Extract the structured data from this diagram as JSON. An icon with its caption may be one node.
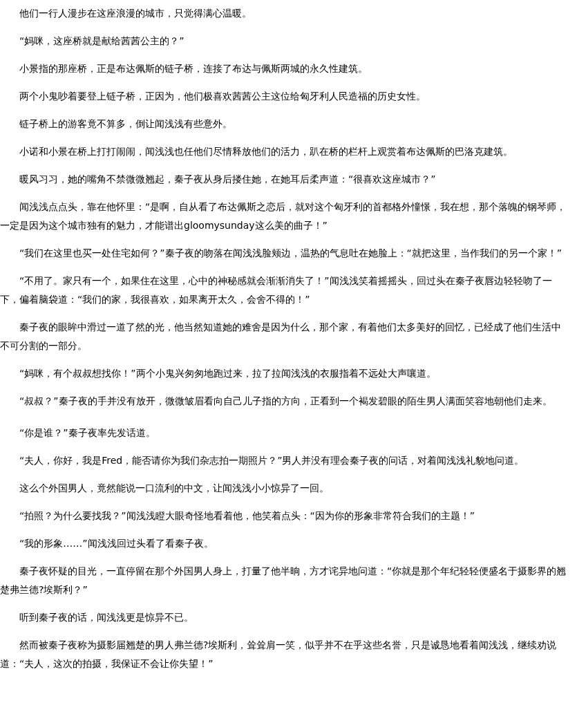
{
  "diagram": {
    "labels": [
      "他们一行人漫步在这座浪漫的城市，只觉得满心温暖。",
      "“妈咪，这座桥就是献给茜茜公主的？”",
      "小景指的那座桥，正是布达佩斯的链子桥，连接了布达与佩斯两城的永久性建筑。",
      "两个小鬼吵着要登上链子桥，正因为，他们极喜欢茜茜公主这位给匈牙利人民造福的历史女性。",
      "链子桥上的游客竟不算多，倒让闻浅浅有些意外。",
      "小诺和小景在桥上打打闹闹，闻浅浅也任他们尽情释放他们的活力，趴在桥的栏杆上观赏着布达佩斯的巴洛克建筑。",
      "暖风习习，她的嘴角不禁微微翘起，秦子夜从身后搂住她，在她耳后柔声道：“很喜欢这座城市？”",
      "闻浅浅点点头，靠在他怀里：“是啊，自从看了布达佩斯之恋后，就对这个匈牙利的首都格外憧憬，我在想，那个落魄的钢琴师，一定是因为这个城市独有的魅力，才能谱出gloomysunday这么美的曲子！”",
      "“我们在这里也买一处住宅如何？”秦子夜的吻落在闻浅浅脸颊边，温热的气息吐在她脸上：“就把这里，当作我们的另一个家！”",
      "“不用了。家只有一个，如果住在这里，心中的神秘感就会渐渐消失了！”闻浅浅笑着摇摇头，回过头在秦子夜唇边轻轻吻了一下，偏着脑袋道：“我们的家，我很喜欢，如果离开太久，会舍不得的！”",
      "秦子夜的眼眸中滑过一道了然的光，他当然知道她的难舍是因为什么，那个家，有着他们太多美好的回忆，已经成了他们生活中不可分割的一部分。",
      "“妈咪，有个叔叔想找你！”两个小鬼兴匆匆地跑过来，拉了拉闻浅浅的衣服指着不远处大声嚷道。",
      "“叔叔？”秦子夜的手并没有放开，微微皱眉看向自己儿子指的方向，正看到一个褐发碧眼的陌生男人满面笑容地朝他们走来。",
      "“你是谁？”秦子夜率先发话道。",
      "“夫人，你好，我是Fred，能否请你为我们杂志拍一期照片？”男人并没有理会秦子夜的问话，对着闻浅浅礼貌地问道。",
      "这么个外国男人，竟然能说一口流利的中文，让闻浅浅小小惊异了一回。",
      "“拍照？为什么要找我？”闻浅浅瞪大眼奇怪地看着他，他笑着点头：“因为你的形象非常符合我们的主题！”",
      "“我的形象……”闻浅浅回过头看了看秦子夜。",
      "秦子夜怀疑的目光，一直停留在那个外国男人身上，打量了他半晌，方才诧异地问道：“你就是那个年纪轻轻便盛名于摄影界的翘楚弗兰德?埃斯利？”",
      "听到秦子夜的话，闻浅浅更是惊异不已。",
      "然而被秦子夜称为摄影届翘楚的男人弗兰德?埃斯利，耸耸肩一笑，似乎并不在乎这些名誉，只是诚恳地看着闻浅浅，继续劝说道：“夫人，这次的拍摄，我保证不会让你失望！”"
    ]
  }
}
